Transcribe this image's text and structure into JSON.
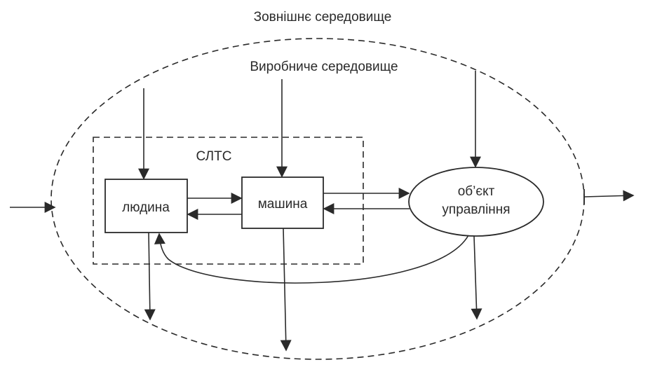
{
  "outer_environment": {
    "label": "Зовнішнє середовище"
  },
  "production_environment": {
    "label": "Виробниче середовище"
  },
  "system": {
    "label": "СЛТС"
  },
  "human_block": {
    "label": "людина"
  },
  "machine_block": {
    "label": "машина"
  },
  "control_object": {
    "label_line1": "об’єкт",
    "label_line2": "управління"
  },
  "colors": {
    "stroke": "#2a2a2a",
    "background": "#ffffff"
  }
}
